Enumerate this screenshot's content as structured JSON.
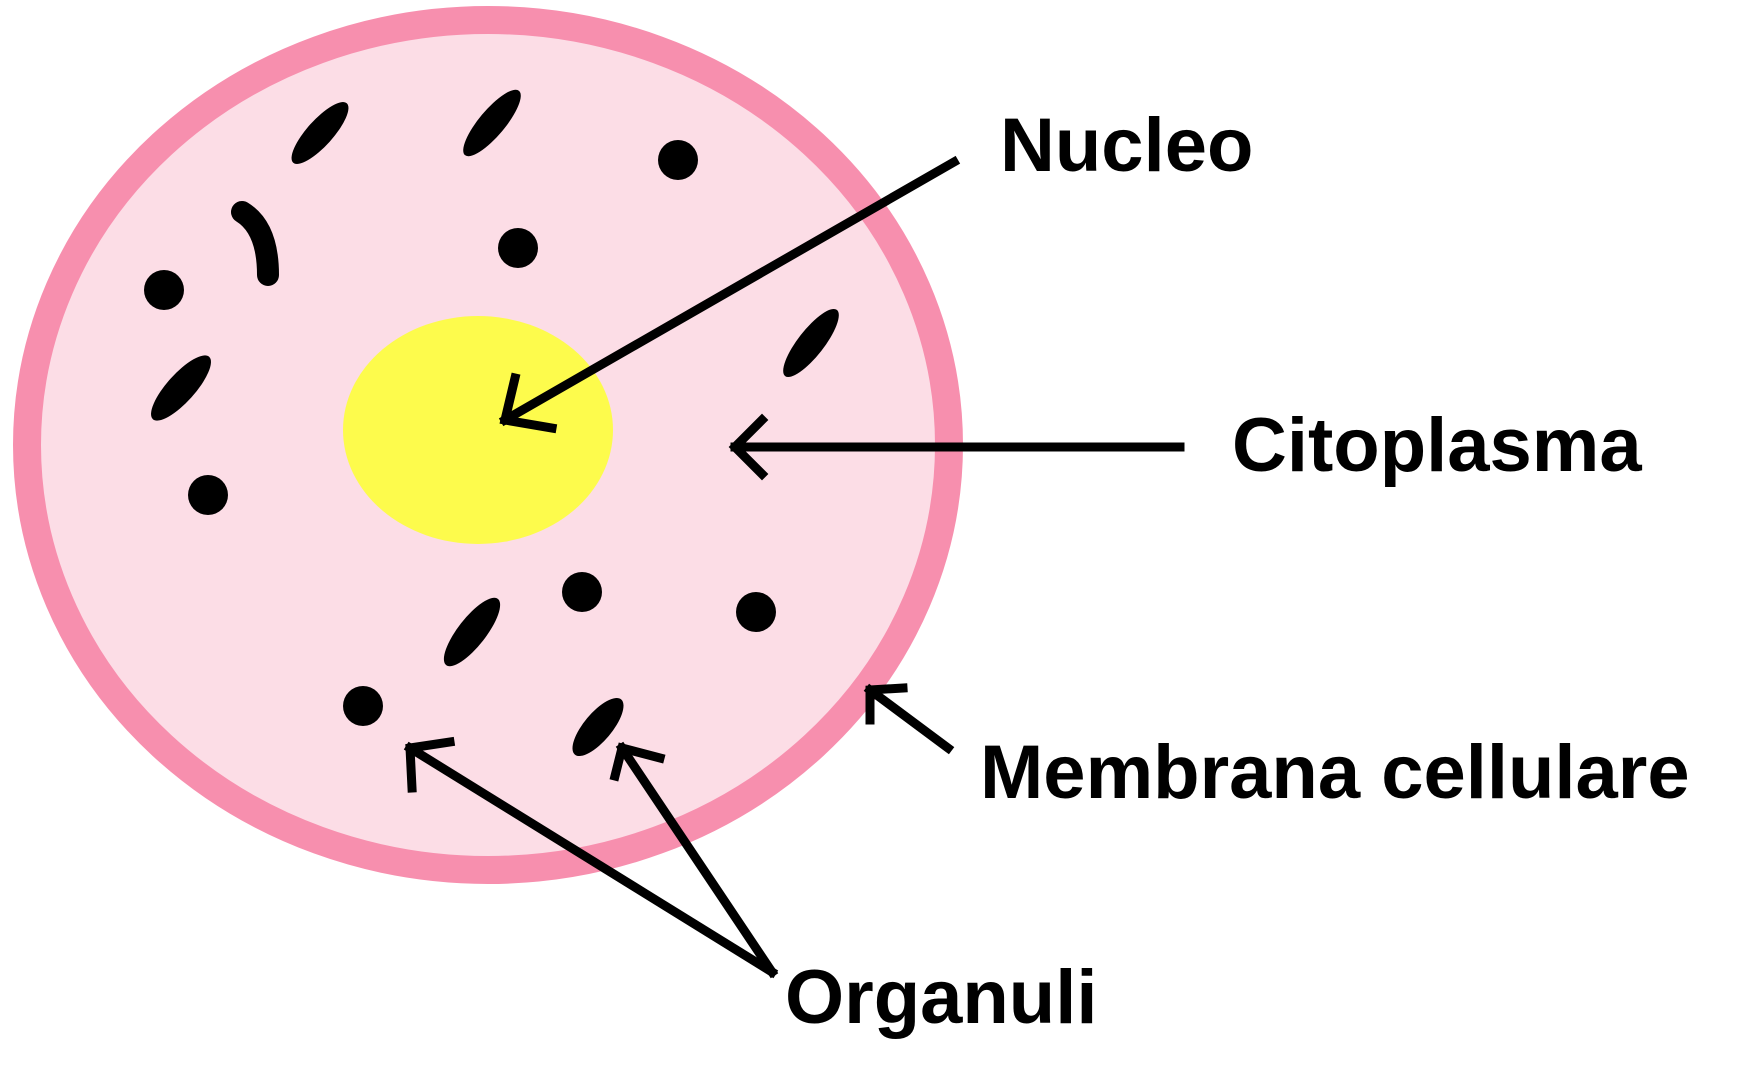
{
  "labels": {
    "nucleo": "Nucleo",
    "citoplasma": "Citoplasma",
    "membrana": "Membrana cellulare",
    "organuli": "Organuli"
  },
  "colors": {
    "membrane": "#f78fae",
    "cytoplasm": "#fcdde6",
    "nucleus": "#fdfb4c",
    "organelle": "#000000",
    "arrow": "#000000",
    "background": "#ffffff"
  }
}
